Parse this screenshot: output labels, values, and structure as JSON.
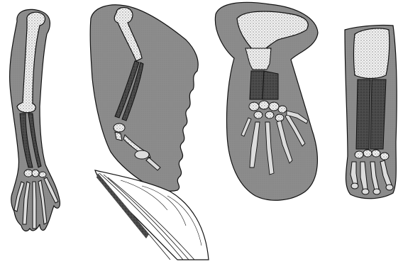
{
  "figure": {
    "panels": [
      {
        "id": "human-arm",
        "silhouette": "gray",
        "bones": [
          "humerus",
          "radius",
          "ulna",
          "carpals",
          "metacarpals",
          "phalanges"
        ]
      },
      {
        "id": "bird-wing",
        "silhouette": "gray",
        "bones": [
          "humerus",
          "radius",
          "ulna",
          "carpals",
          "digits"
        ]
      },
      {
        "id": "feather-tip",
        "silhouette": "white",
        "bones": []
      },
      {
        "id": "whale-flipper",
        "silhouette": "gray",
        "bones": [
          "humerus",
          "radius",
          "ulna",
          "carpals",
          "phalanges"
        ]
      },
      {
        "id": "cat-foreleg",
        "silhouette": "gray",
        "bones": [
          "radius",
          "ulna",
          "carpals",
          "metacarpals",
          "phalanges"
        ]
      }
    ],
    "colors": {
      "silhouette": "#8c8c8c",
      "bone": "#f2f2f2",
      "bone_dark": "#3c3c3c",
      "outline": "#111111",
      "background": "#ffffff"
    }
  }
}
